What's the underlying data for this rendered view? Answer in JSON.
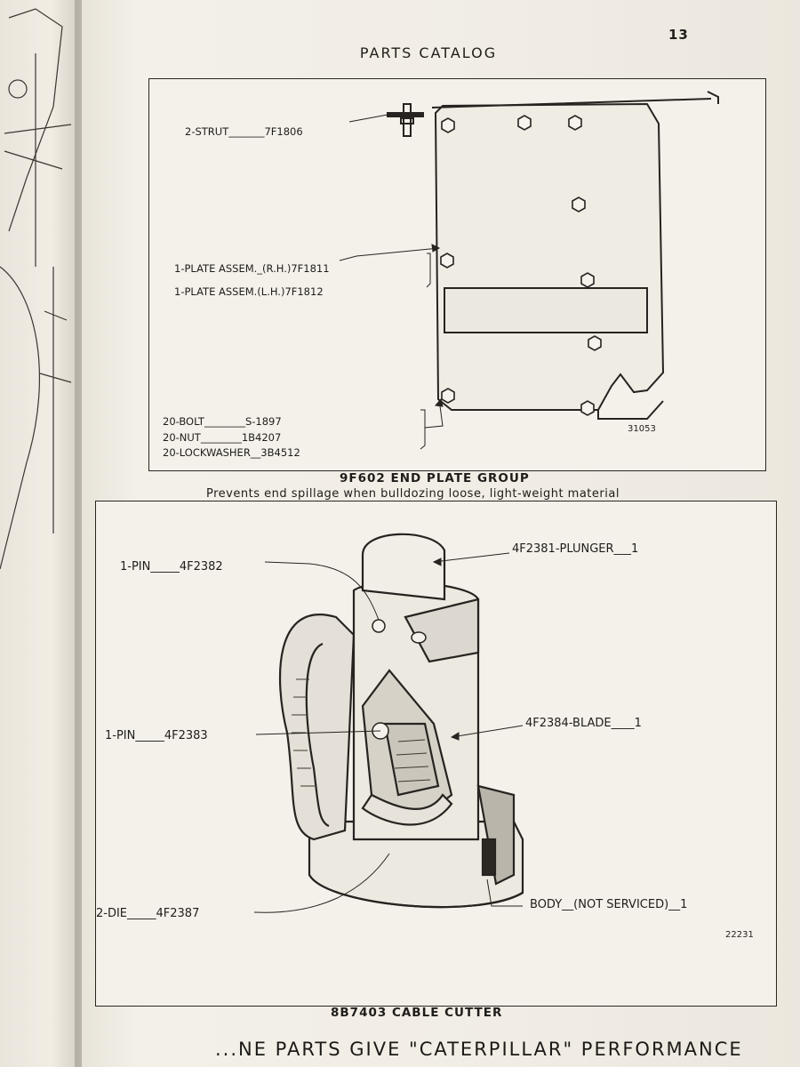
{
  "page": {
    "number": "13",
    "header": "PARTS CATALOG",
    "footer": "...NE PARTS GIVE \"CATERPILLAR\" PERFORMANCE"
  },
  "figure1": {
    "callouts": {
      "strut": "2-STRUT_______7F1806",
      "plate_rh": "1-PLATE ASSEM._(R.H.)7F1811",
      "plate_lh": "1-PLATE ASSEM.(L.H.)7F1812",
      "bolt": "20-BOLT________S-1897",
      "nut": "20-NUT________1B4207",
      "lockwasher": "20-LOCKWASHER__3B4512"
    },
    "ref_number": "31053",
    "caption_title": "9F602 END PLATE GROUP",
    "caption_desc": "Prevents end spillage when bulldozing loose, light-weight material"
  },
  "figure2": {
    "callouts": {
      "pin1": "1-PIN_____4F2382",
      "plunger": "4F2381-PLUNGER___1",
      "pin2": "1-PIN_____4F2383",
      "blade": "4F2384-BLADE____1",
      "die": "2-DIE_____4F2387",
      "body": "BODY__(NOT SERVICED)__1"
    },
    "ref_number": "22231",
    "caption_title": "8B7403 CABLE CUTTER"
  }
}
